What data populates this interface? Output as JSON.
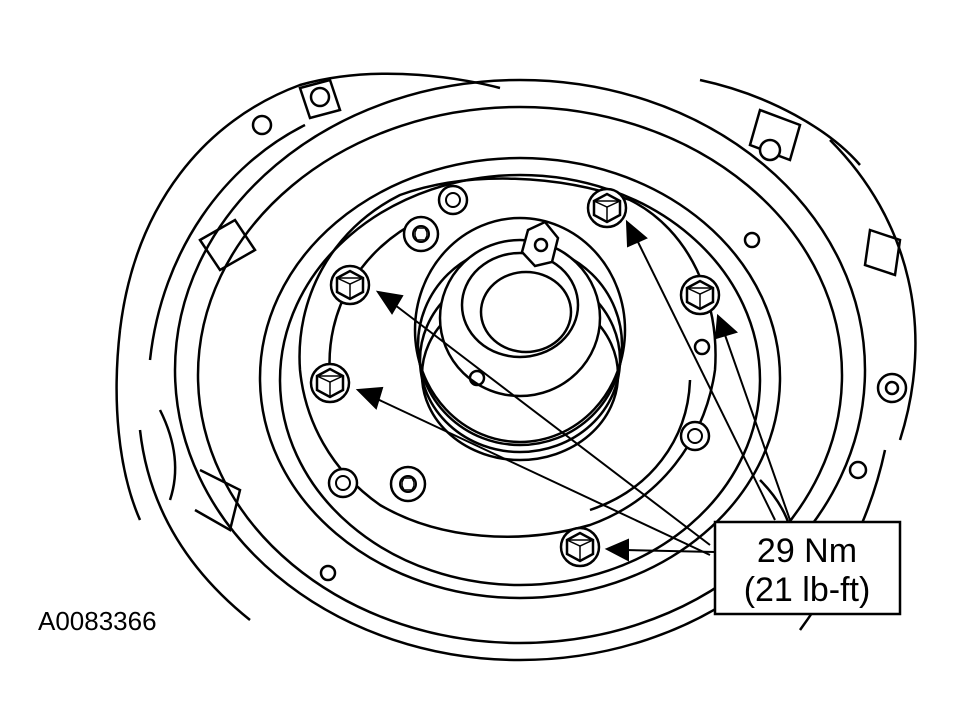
{
  "figure_id": "A0083366",
  "torque_callout": {
    "metric": "29 Nm",
    "imperial": "(21 lb-ft)"
  },
  "colors": {
    "line": "#000000",
    "background": "#ffffff"
  }
}
